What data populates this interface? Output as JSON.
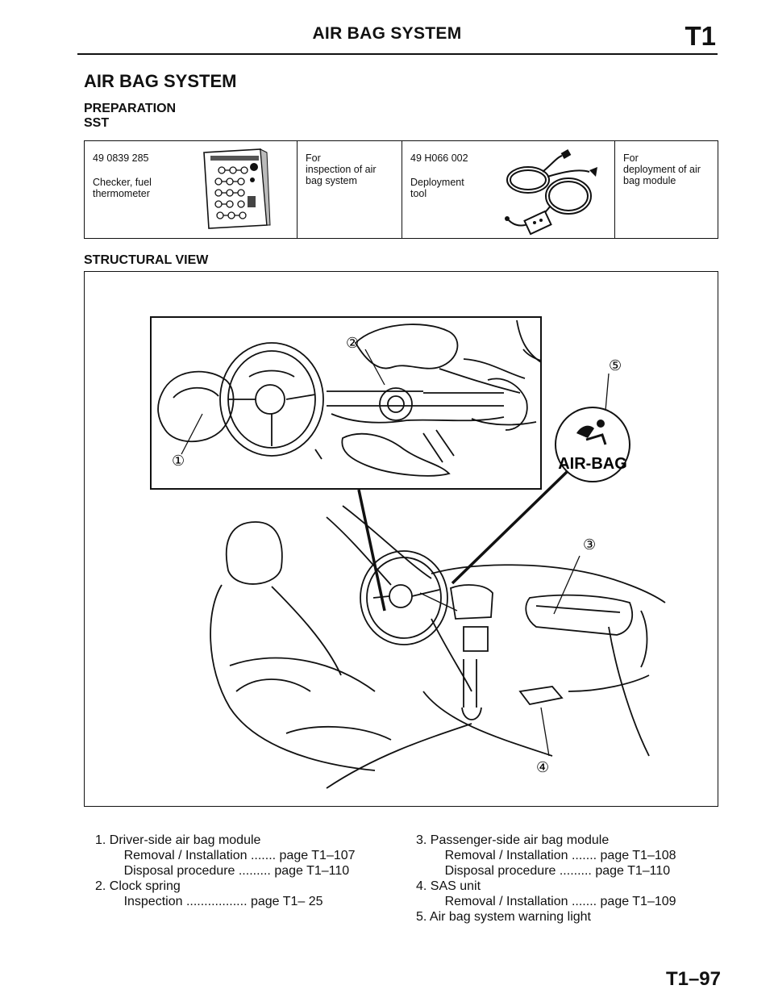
{
  "header": {
    "title": "AIR BAG SYSTEM",
    "code": "T1"
  },
  "page_heading": "AIR BAG SYSTEM",
  "sections": {
    "preparation": "PREPARATION",
    "sst": "SST",
    "structural_view": "STRUCTURAL VIEW"
  },
  "sst_tools": [
    {
      "number": "49 0839 285",
      "name_line1": "Checker, fuel",
      "name_line2": "thermometer",
      "purpose_line1": "For",
      "purpose_line2": "inspection of air",
      "purpose_line3": "bag system",
      "image_icon": "checker-box-icon"
    },
    {
      "number": "49 H066 002",
      "name_line1": "Deployment",
      "name_line2": "tool",
      "purpose_line1": "For",
      "purpose_line2": "deployment of air",
      "purpose_line3": "bag module",
      "image_icon": "deployment-cable-icon"
    }
  ],
  "diagram": {
    "callouts": [
      "①",
      "②",
      "③",
      "④",
      "⑤"
    ],
    "airbag_label": "AIR-BAG"
  },
  "legend": {
    "left": [
      "1. Driver-side air bag module",
      "        Removal / Installation ....... page T1–107",
      "        Disposal procedure ......... page T1–110",
      "2. Clock spring",
      "        Inspection ................. page T1– 25"
    ],
    "right": [
      "3. Passenger-side air bag module",
      "        Removal / Installation ....... page T1–108",
      "        Disposal procedure ......... page T1–110",
      "4. SAS unit",
      "        Removal / Installation ....... page T1–109",
      "5. Air bag system warning light"
    ]
  },
  "page_number": "T1–97"
}
